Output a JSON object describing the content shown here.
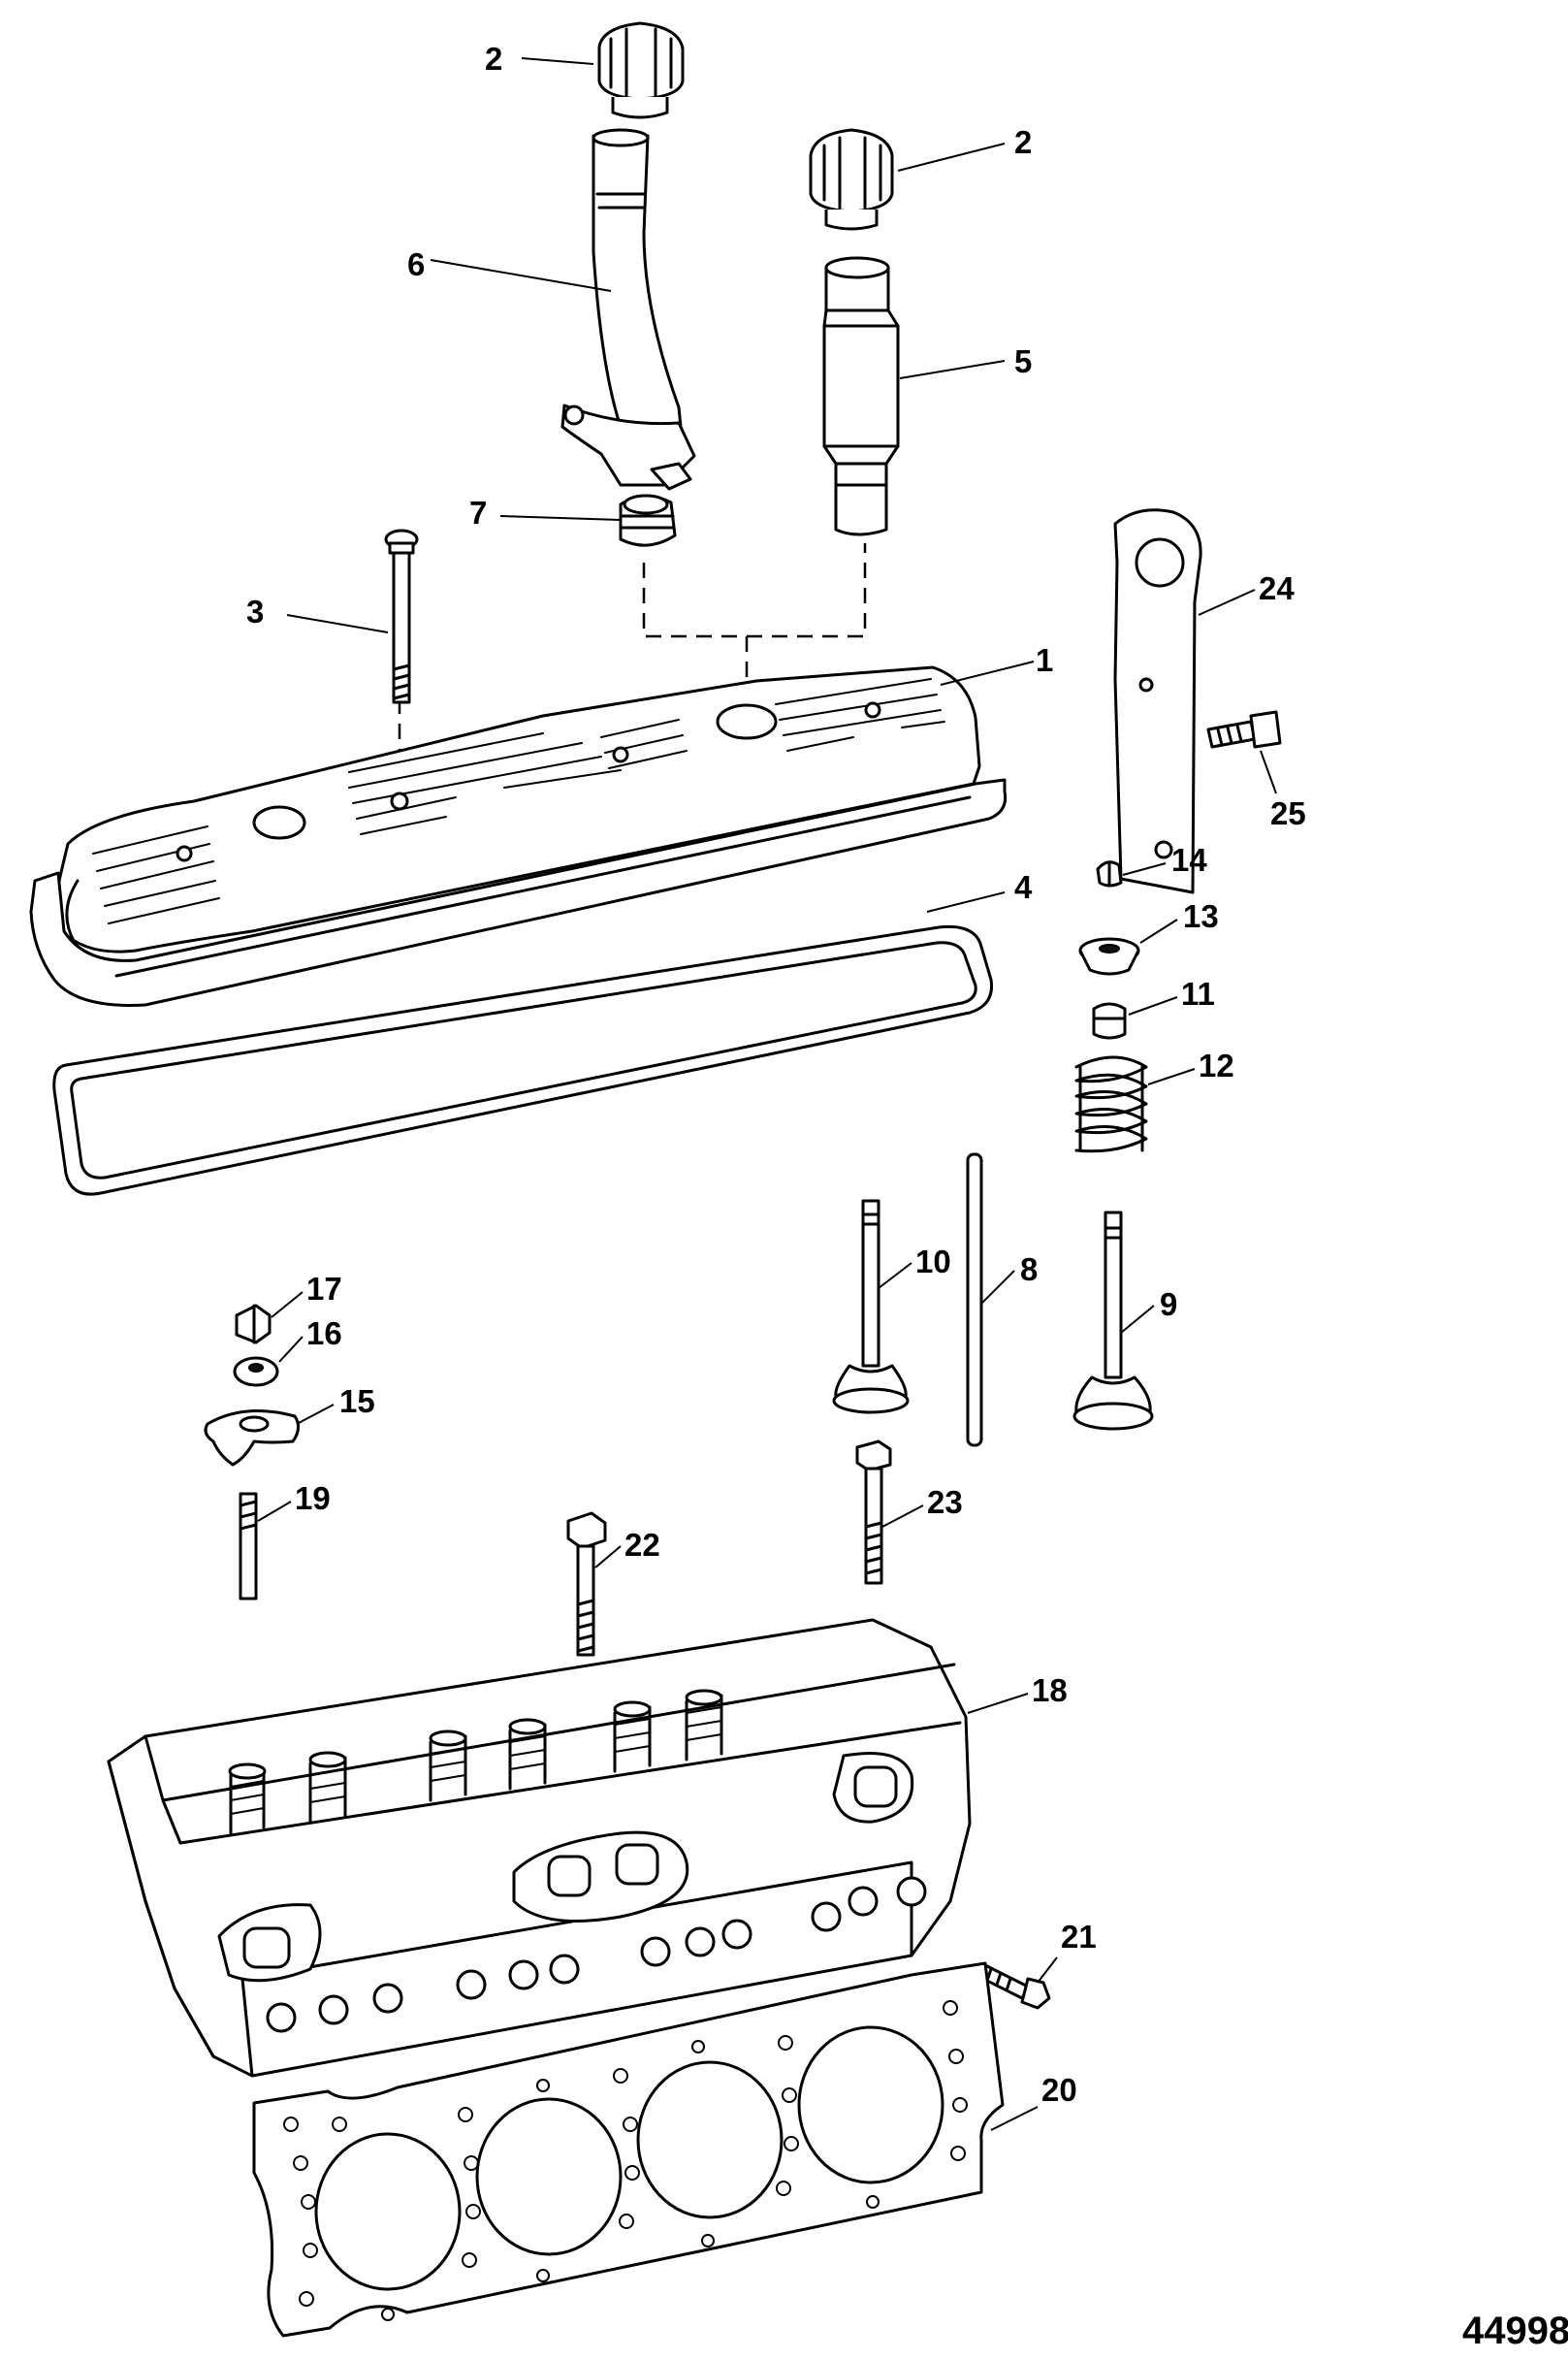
{
  "figure_number": "44998",
  "callouts": {
    "c1": "1",
    "c2a": "2",
    "c2b": "2",
    "c3": "3",
    "c4": "4",
    "c5": "5",
    "c6": "6",
    "c7": "7",
    "c8": "8",
    "c9": "9",
    "c10": "10",
    "c11": "11",
    "c12": "12",
    "c13": "13",
    "c14": "14",
    "c15": "15",
    "c16": "16",
    "c17": "17",
    "c18": "18",
    "c19": "19",
    "c20": "20",
    "c21": "21",
    "c22": "22",
    "c23": "23",
    "c24": "24",
    "c25": "25"
  }
}
